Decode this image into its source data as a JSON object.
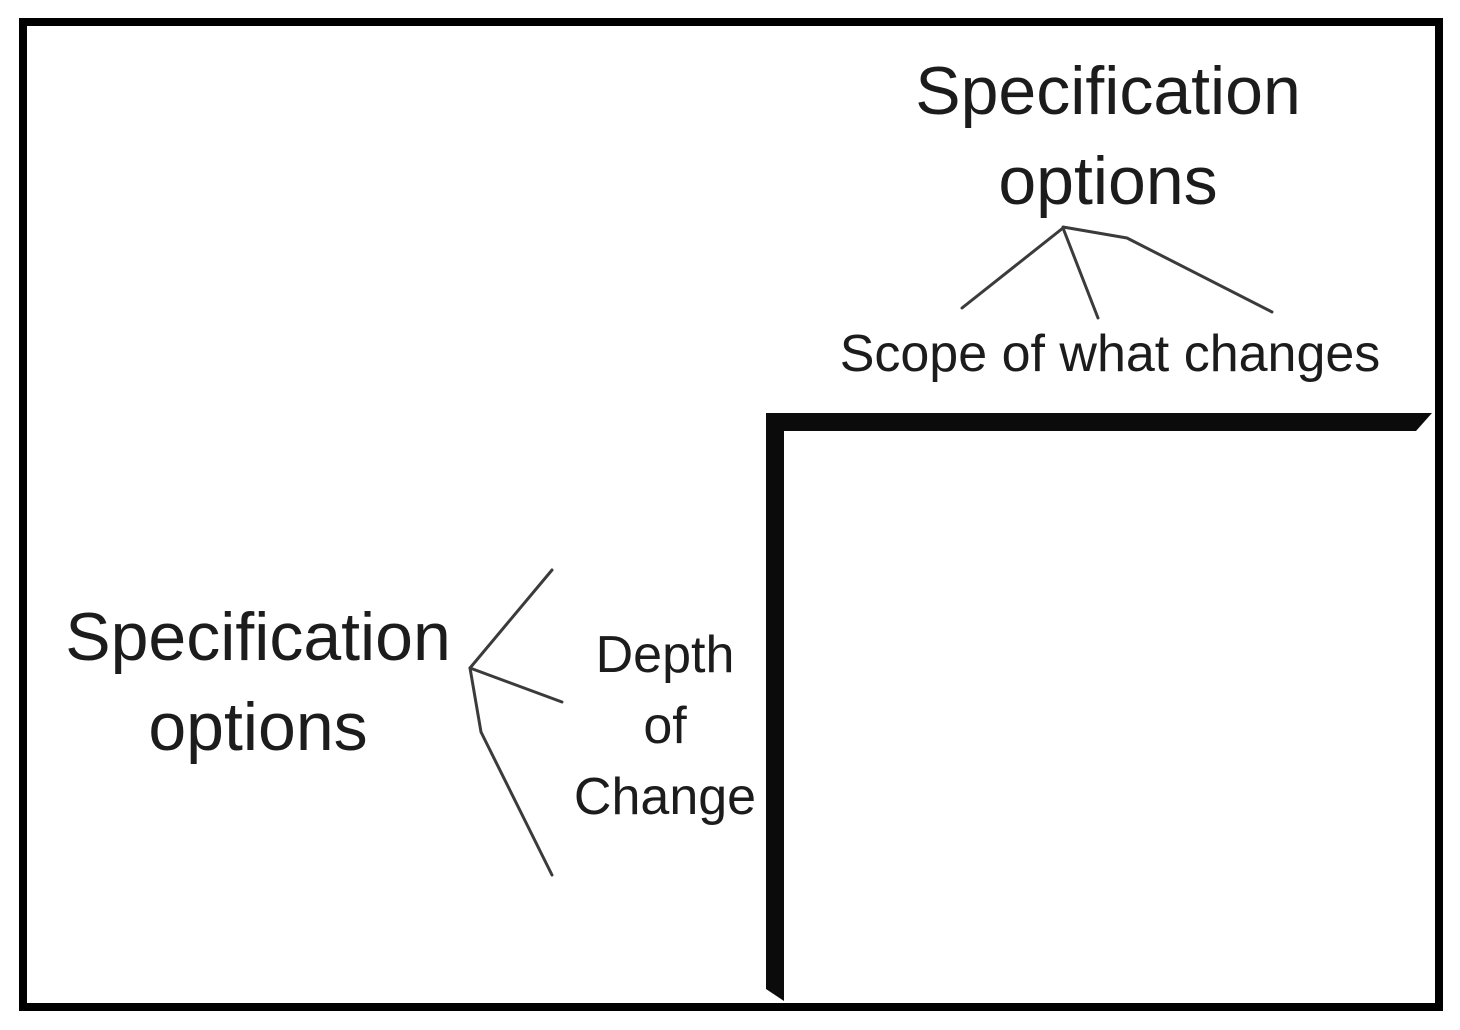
{
  "figure": {
    "background": "#ffffff",
    "border_color": "#000000",
    "axis_color": "#0b0b0b",
    "connector_color": "#3b3b3b",
    "text_color": "#1c1c1c"
  },
  "top_axis": {
    "title_line1": "Specification",
    "title_line2": "options",
    "axis_label": "Scope of what changes"
  },
  "left_axis": {
    "title_line1": "Specification",
    "title_line2": "options",
    "label_line1": "Depth",
    "label_line2": "of",
    "label_line3": "Change"
  }
}
